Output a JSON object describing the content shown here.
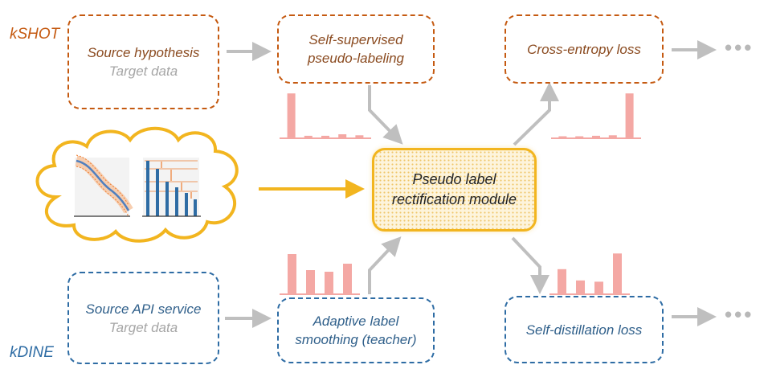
{
  "labels": {
    "kshot": "kSHOT",
    "kdine": "kDINE",
    "ellipsis": "•••"
  },
  "boxes": {
    "source_hypothesis": {
      "line1": "Source hypothesis",
      "line2": "Target data"
    },
    "self_supervised": {
      "line1": "Self-supervised",
      "line2": "pseudo-labeling"
    },
    "cross_entropy": {
      "line1": "Cross-entropy loss"
    },
    "module": {
      "line1": "Pseudo label",
      "line2": "rectification module"
    },
    "source_api": {
      "line1": "Source API service",
      "line2": "Target data"
    },
    "adaptive": {
      "line1": "Adaptive label",
      "line2": "smoothing (teacher)"
    },
    "self_distillation": {
      "line1": "Self-distillation loss"
    }
  },
  "histograms": {
    "top_left": [
      0.9,
      0.05,
      0.05,
      0.08,
      0.06
    ],
    "top_right": [
      0.04,
      0.04,
      0.05,
      0.06,
      0.9
    ],
    "bottom_left": [
      0.5,
      0.3,
      0.28,
      0.38
    ],
    "bottom_right": [
      0.4,
      0.22,
      0.2,
      0.65
    ]
  },
  "colors": {
    "kshot": "#c55a11",
    "kdine": "#2e6ca4",
    "module_border": "#f2b51f",
    "histogram": "#f4a8a4",
    "arrow": "#bfbfbf"
  }
}
